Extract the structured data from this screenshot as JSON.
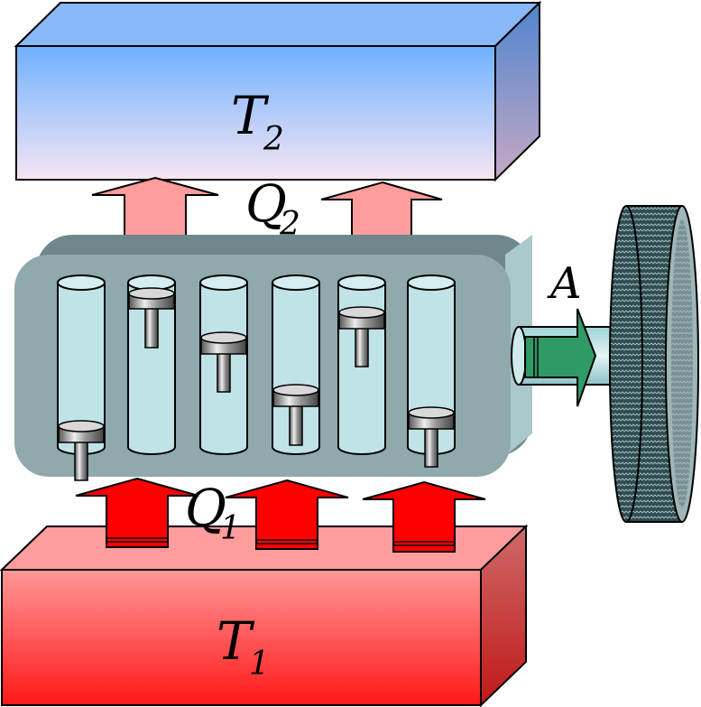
{
  "labels": {
    "cold_reservoir": "T",
    "cold_reservoir_sub": "2",
    "heat_out": "Q",
    "heat_out_sub": "2",
    "hot_reservoir": "T",
    "hot_reservoir_sub": "1",
    "heat_in": "Q",
    "heat_in_sub": "1",
    "work": "A"
  },
  "colors": {
    "cold_top": "#7fb4f5",
    "cold_bottom": "#f6e7f5",
    "hot_top": "#ff9c9c",
    "hot_bottom": "#ff2020",
    "engine_body": "#8fa9ac",
    "cylinder": "#bfe3e6",
    "arrow_out": "#ff9c9c",
    "arrow_in": "#ff0000",
    "work_arrow": "#2f9a66",
    "flywheel": "#2c4a4e"
  },
  "icons": [
    "upward-heat-arrow",
    "piston-cylinder",
    "work-arrow",
    "flywheel"
  ]
}
